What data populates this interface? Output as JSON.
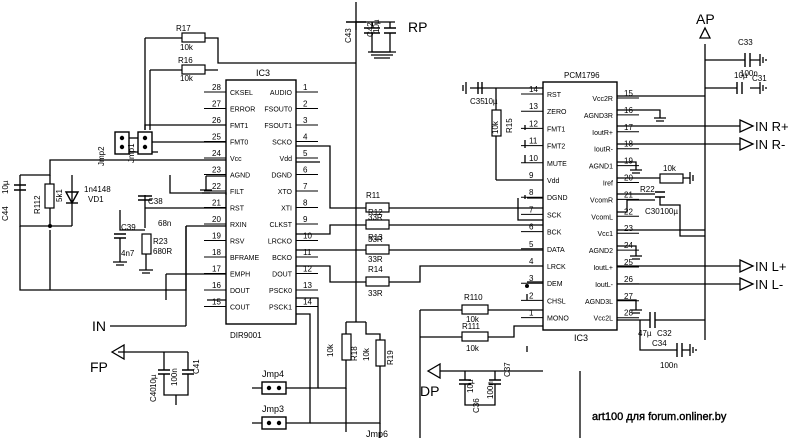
{
  "ic_left": {
    "ref": "IC3",
    "part": "DIR9001",
    "left_pins": [
      {
        "num": "28",
        "name": "CKSEL"
      },
      {
        "num": "27",
        "name": "ERROR"
      },
      {
        "num": "26",
        "name": "FMT1"
      },
      {
        "num": "25",
        "name": "FMT0"
      },
      {
        "num": "24",
        "name": "Vcc"
      },
      {
        "num": "23",
        "name": "AGND"
      },
      {
        "num": "22",
        "name": "FILT"
      },
      {
        "num": "21",
        "name": "RST"
      },
      {
        "num": "20",
        "name": "RXIN"
      },
      {
        "num": "19",
        "name": "RSV"
      },
      {
        "num": "18",
        "name": "BFRAME"
      },
      {
        "num": "17",
        "name": "EMPH"
      },
      {
        "num": "16",
        "name": "DOUT"
      },
      {
        "num": "15",
        "name": "COUT"
      }
    ],
    "right_pins": [
      {
        "num": "1",
        "name": "AUDIO"
      },
      {
        "num": "2",
        "name": "FSOUT0"
      },
      {
        "num": "3",
        "name": "FSOUT1"
      },
      {
        "num": "4",
        "name": "SCKO"
      },
      {
        "num": "5",
        "name": "Vdd"
      },
      {
        "num": "6",
        "name": "DGND"
      },
      {
        "num": "7",
        "name": "XTO"
      },
      {
        "num": "8",
        "name": "XTI"
      },
      {
        "num": "9",
        "name": "CLKST"
      },
      {
        "num": "10",
        "name": "LRCKO"
      },
      {
        "num": "11",
        "name": "BCKO"
      },
      {
        "num": "12",
        "name": "DOUT"
      },
      {
        "num": "13",
        "name": "PSCK0"
      },
      {
        "num": "14",
        "name": "PSCK1"
      }
    ]
  },
  "ic_right": {
    "title": "PCM1796",
    "ref": "IC3",
    "left_pins": [
      {
        "num": "14",
        "name": "RST"
      },
      {
        "num": "13",
        "name": "ZERO"
      },
      {
        "num": "12",
        "name": "FMT1"
      },
      {
        "num": "11",
        "name": "FMT2"
      },
      {
        "num": "10",
        "name": "MUTE"
      },
      {
        "num": "9",
        "name": "Vdd"
      },
      {
        "num": "8",
        "name": "DGND"
      },
      {
        "num": "7",
        "name": "SCK"
      },
      {
        "num": "6",
        "name": "BCK"
      },
      {
        "num": "5",
        "name": "DATA"
      },
      {
        "num": "4",
        "name": "LRCK"
      },
      {
        "num": "3",
        "name": "DEM"
      },
      {
        "num": "2",
        "name": "CHSL"
      },
      {
        "num": "1",
        "name": "MONO"
      }
    ],
    "right_pins": [
      {
        "num": "15",
        "name": "Vcc2R"
      },
      {
        "num": "16",
        "name": "AGND3R"
      },
      {
        "num": "17",
        "name": "IoutR+"
      },
      {
        "num": "18",
        "name": "IoutR-"
      },
      {
        "num": "19",
        "name": "AGND1"
      },
      {
        "num": "20",
        "name": "Iref"
      },
      {
        "num": "21",
        "name": "VcomR"
      },
      {
        "num": "22",
        "name": "VcomL"
      },
      {
        "num": "23",
        "name": "Vcc1"
      },
      {
        "num": "24",
        "name": "AGND2"
      },
      {
        "num": "25",
        "name": "IoutL+"
      },
      {
        "num": "26",
        "name": "IoutL-"
      },
      {
        "num": "27",
        "name": "AGND3L"
      },
      {
        "num": "28",
        "name": "Vcc2L"
      }
    ]
  },
  "resistors": {
    "r17": {
      "ref": "R17",
      "value": "10k"
    },
    "r16": {
      "ref": "R16",
      "value": "10k"
    },
    "r112": {
      "ref": "R112",
      "value": "5k1"
    },
    "r23": {
      "ref": "R23",
      "value": "680R"
    },
    "r11": {
      "ref": "R11",
      "value": "33R"
    },
    "r12": {
      "ref": "R12",
      "value": "33R"
    },
    "r13": {
      "ref": "R13",
      "value": "33R"
    },
    "r14": {
      "ref": "R14",
      "value": "33R"
    },
    "r18": {
      "ref": "R18",
      "value": "10k"
    },
    "r19": {
      "ref": "R19",
      "value": "10k"
    },
    "r15": {
      "ref": "R15",
      "value": "10k"
    },
    "r110": {
      "ref": "R110",
      "value": "10k"
    },
    "r111": {
      "ref": "R111",
      "value": "10k"
    },
    "r22": {
      "ref": "R22",
      "value": "10k"
    }
  },
  "capacitors": {
    "c43": {
      "ref": "C43",
      "value": ""
    },
    "c42": {
      "ref": "C42",
      "value": "10µ"
    },
    "c44": {
      "ref": "C44",
      "value": "10µ"
    },
    "c38": {
      "ref": "C38",
      "value": "68n"
    },
    "c39": {
      "ref": "C39",
      "value": "4n7"
    },
    "c40": {
      "ref": "C40",
      "value": "10µ"
    },
    "c41": {
      "ref": "C41",
      "value": "100n"
    },
    "c35": {
      "ref": "C35",
      "value": "10µ"
    },
    "c36": {
      "ref": "C36",
      "value": "10µ"
    },
    "c37": {
      "ref": "C37",
      "value": "100n"
    },
    "c33": {
      "ref": "C33",
      "value": "100n"
    },
    "c31": {
      "ref": "C31",
      "value": "10µ"
    },
    "c30": {
      "ref": "C30",
      "value": "100µ"
    },
    "c32": {
      "ref": "C32",
      "value": "47µ"
    },
    "c34": {
      "ref": "C34",
      "value": "100n"
    }
  },
  "diode": {
    "ref": "VD1",
    "part": "1n4148"
  },
  "jumpers": {
    "jmp1": "Jmp1",
    "jmp2": "Jmp2",
    "jmp3": "Jmp3",
    "jmp4": "Jmp4",
    "jmp6": "Jmp6"
  },
  "nets": {
    "rp": "RP",
    "ap": "AP",
    "in": "IN",
    "fp": "FP",
    "dp": "DP",
    "in_r_plus": "IN  R+",
    "in_r_minus": "IN  R-",
    "in_l_plus": "IN  L+",
    "in_l_minus": "IN  L-"
  },
  "watermark": "art100 для forum.onliner.by"
}
